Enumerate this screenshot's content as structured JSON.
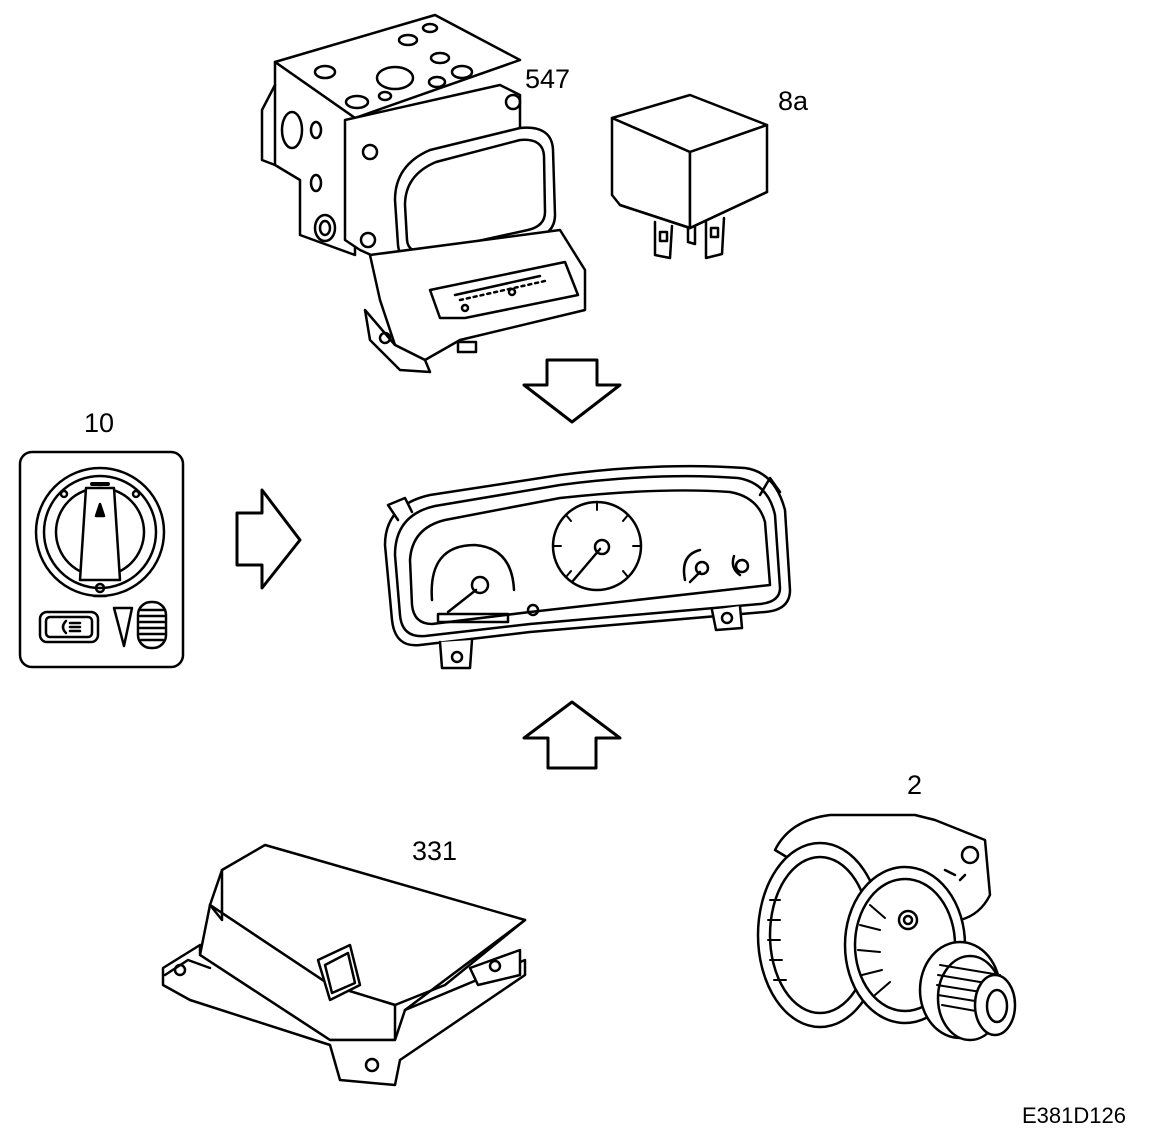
{
  "components": [
    {
      "id": "abs-unit",
      "label": "547"
    },
    {
      "id": "relay",
      "label": "8a"
    },
    {
      "id": "light-switch",
      "label": "10"
    },
    {
      "id": "instrument-cluster",
      "label": ""
    },
    {
      "id": "airbag-control-module",
      "label": "331"
    },
    {
      "id": "alternator",
      "label": "2"
    }
  ],
  "figure_code": "E381D126",
  "colors": {
    "line": "#000000",
    "background": "#ffffff"
  },
  "arrows": [
    {
      "name": "arrow-down",
      "from": "abs-unit",
      "to": "instrument-cluster"
    },
    {
      "name": "arrow-right",
      "from": "light-switch",
      "to": "instrument-cluster"
    },
    {
      "name": "arrow-up",
      "from": "airbag-control-module",
      "to": "instrument-cluster"
    }
  ]
}
